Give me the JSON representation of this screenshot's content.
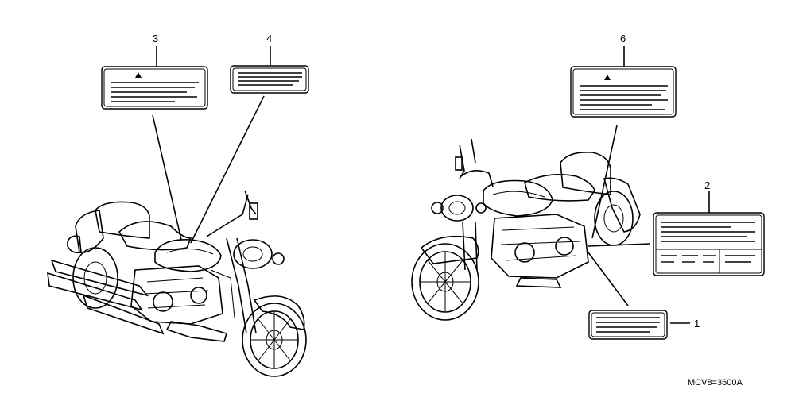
{
  "diagram": {
    "callouts": {
      "c1": "1",
      "c2": "2",
      "c3": "3",
      "c4": "4",
      "c6": "6"
    },
    "diagram_code": "MCV8=3600A"
  }
}
